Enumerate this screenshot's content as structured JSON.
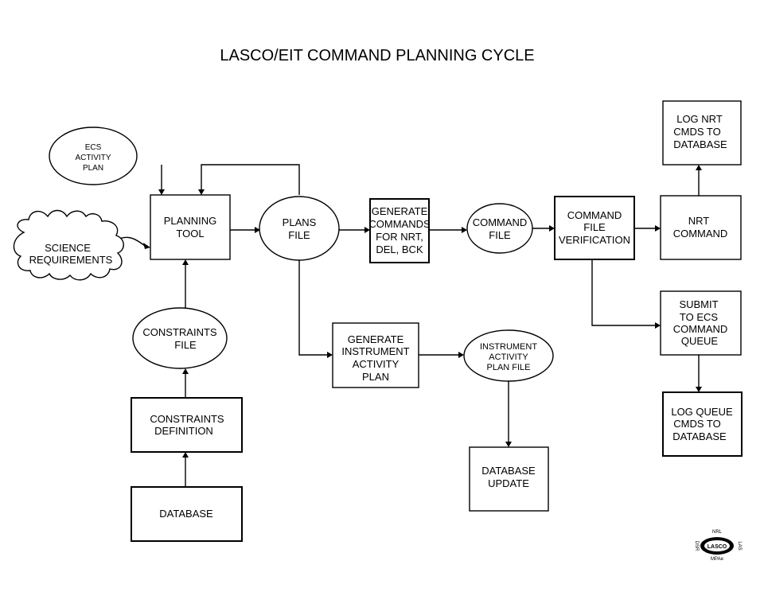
{
  "title": "LASCO/EIT COMMAND PLANNING CYCLE",
  "nodes": {
    "ecs_activity_plan": [
      "ECS",
      "ACTIVITY",
      "PLAN"
    ],
    "science_requirements": [
      "SCIENCE",
      "REQUIREMENTS"
    ],
    "planning_tool": [
      "PLANNING",
      "TOOL"
    ],
    "plans_file": [
      "PLANS",
      "FILE"
    ],
    "generate_commands": [
      "GENERATE",
      "COMMANDS",
      "FOR  NRT,",
      "DEL, BCK"
    ],
    "command_file": [
      "COMMAND",
      "FILE"
    ],
    "command_file_verification": [
      "COMMAND",
      "FILE",
      "VERIFICATION"
    ],
    "nrt_command": [
      "NRT",
      "COMMAND"
    ],
    "log_nrt_cmds": [
      "LOG NRT",
      "CMDS TO",
      "DATABASE"
    ],
    "submit_to_ecs": [
      "SUBMIT",
      "TO ECS",
      "COMMAND",
      "QUEUE"
    ],
    "log_queue_cmds": [
      "LOG QUEUE",
      "CMDS TO",
      "DATABASE"
    ],
    "constraints_file": [
      "CONSTRAINTS",
      "FILE"
    ],
    "constraints_definition": [
      "CONSTRAINTS",
      "DEFINITION"
    ],
    "database": [
      "DATABASE"
    ],
    "generate_instrument_activity_plan": [
      "GENERATE",
      "INSTRUMENT",
      "ACTIVITY",
      "PLAN"
    ],
    "instrument_activity_plan_file": [
      "INSTRUMENT",
      "ACTIVITY",
      "PLAN FILE"
    ],
    "database_update": [
      "DATABASE",
      "UPDATE"
    ]
  },
  "logo": {
    "center": "LASCO",
    "top": "NRL",
    "left": "DSR",
    "right": "LAS",
    "bottom": "MPAe"
  }
}
